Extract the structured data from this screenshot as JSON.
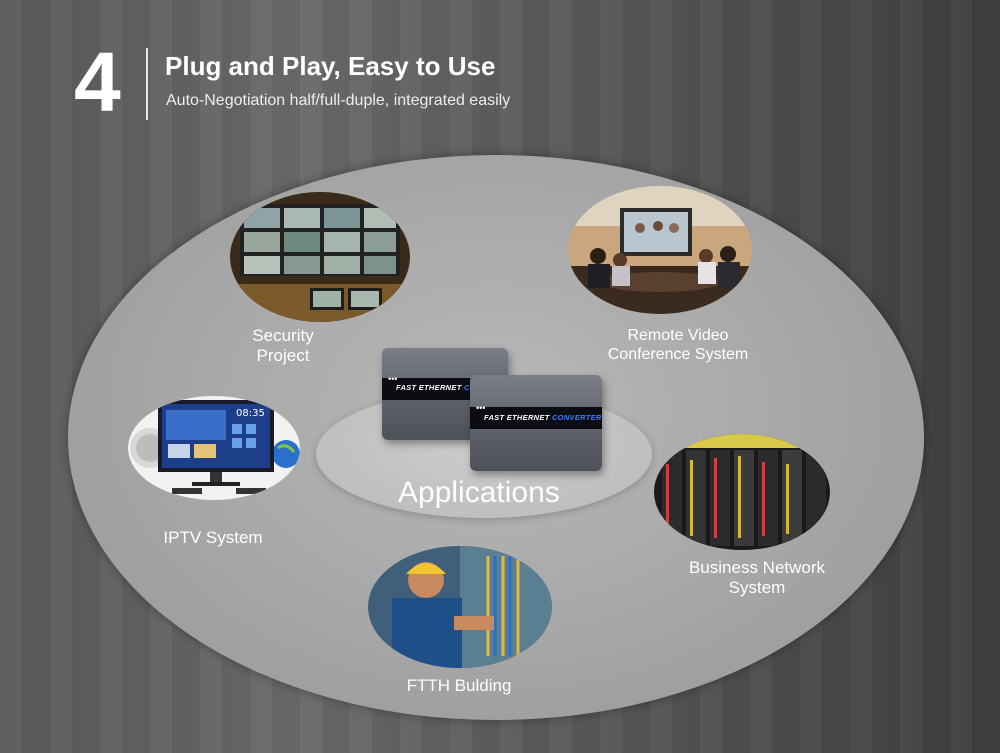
{
  "header": {
    "number": "4",
    "title": "Plug and Play, Easy to Use",
    "subtitle": "Auto-Negotiation half/full-duple, integrated easily"
  },
  "center": {
    "label": "Applications",
    "device_text": "FAST ETHERNET",
    "device_text_accent": "CONVERTER"
  },
  "applications": [
    {
      "line1": "Security",
      "line2": "Project"
    },
    {
      "line1": "Remote Video",
      "line2": "Conference System"
    },
    {
      "line1": "IPTV System",
      "line2": ""
    },
    {
      "line1": "Business Network",
      "line2": "System"
    },
    {
      "line1": "FTTH Bulding",
      "line2": ""
    }
  ],
  "iptv_screen": {
    "clock": "08:35"
  },
  "colors": {
    "accent_blue": "#3d7bff",
    "text": "#ffffff"
  }
}
